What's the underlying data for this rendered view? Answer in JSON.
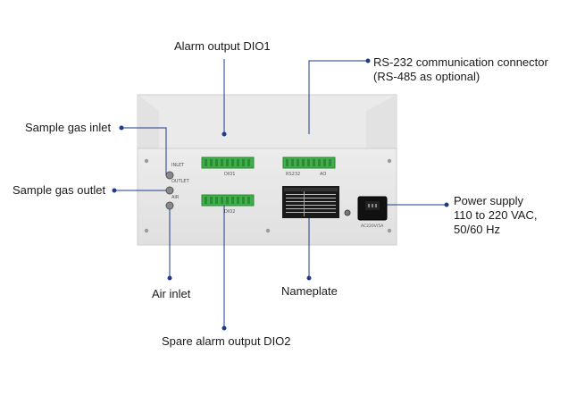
{
  "callouts": {
    "alarm_output": "Alarm output DIO1",
    "rs232": {
      "line1": "RS-232 communication connector",
      "line2": "(RS-485 as optional)"
    },
    "sample_gas_inlet": "Sample gas inlet",
    "sample_gas_outlet": "Sample gas outlet",
    "air_inlet": "Air inlet",
    "nameplate": "Nameplate",
    "spare_alarm": "Spare alarm output DIO2",
    "power": {
      "line1": "Power supply",
      "line2": "110 to 220 VAC,",
      "line3": "50/60 Hz"
    }
  },
  "panel_labels": {
    "inlet": "INLET",
    "outlet": "OUTLET",
    "air": "AIR",
    "dio1": "DIO1",
    "dio2": "DIO2",
    "rs232": "RS232",
    "ao": "AO",
    "power_rating": "AC220V/5A"
  },
  "colors": {
    "leader_line": "#1f3a8a",
    "panel": "#e6e6e6",
    "terminal": "#3fae49"
  }
}
